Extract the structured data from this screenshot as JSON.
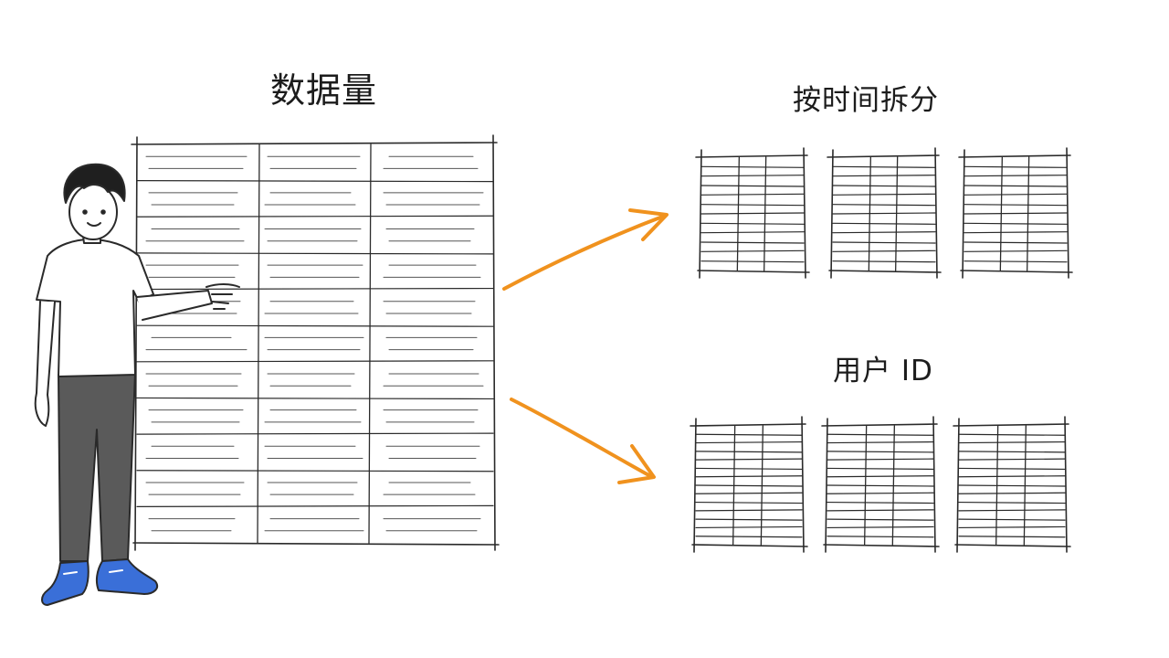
{
  "labels": {
    "big_table": "数据量",
    "split_by_time": "按时间拆分",
    "split_by_user": "用户 ID"
  },
  "colors": {
    "ink": "#2a2a2a",
    "arrow": "#f0921e",
    "shoes": "#3a6fd8",
    "pants": "#5a5a5a",
    "background": "#ffffff"
  },
  "diagram": {
    "source": {
      "columns": 3,
      "rows": 11
    },
    "time_partitions": {
      "count": 3,
      "columns": 3
    },
    "user_partitions": {
      "count": 3,
      "columns": 3
    }
  },
  "icons": [
    "person-pointing-icon",
    "arrow-right-up-icon",
    "arrow-right-down-icon"
  ]
}
